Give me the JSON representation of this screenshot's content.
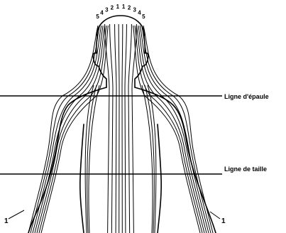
{
  "figure": {
    "head_numbers": [
      "5",
      "4",
      "3",
      "2",
      "1",
      "1",
      "2",
      "3",
      "4",
      "5"
    ],
    "labels": {
      "shoulder_line": "Ligne d'épaule",
      "waist_line": "Ligne de taille"
    },
    "hand_markers": {
      "left": "1",
      "right": "1"
    }
  }
}
